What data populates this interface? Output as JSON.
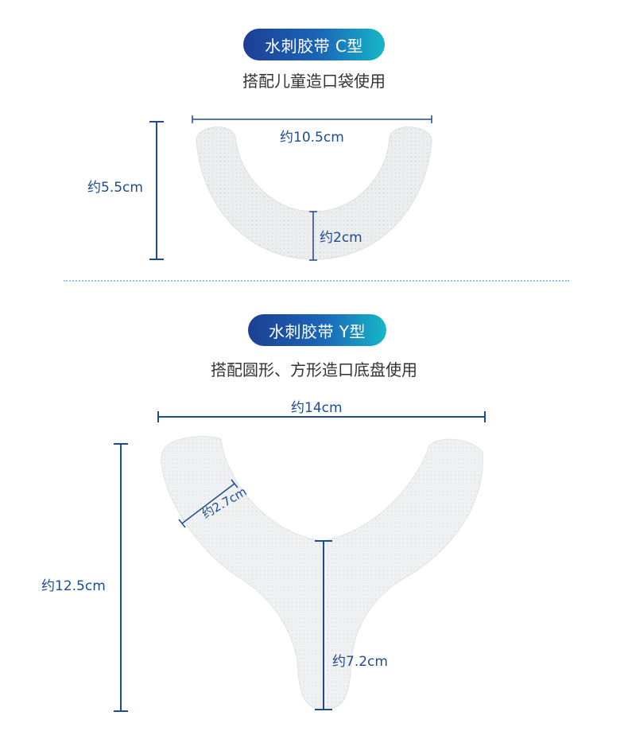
{
  "section_c": {
    "badge": "水刺胶带 C型",
    "subtitle": "搭配儿童造口袋使用",
    "width_label": "约10.5cm",
    "height_label": "约5.5cm",
    "band_label": "约2cm"
  },
  "section_y": {
    "badge": "水刺胶带 Y型",
    "subtitle": "搭配圆形、方形造口底盘使用",
    "width_label": "约14cm",
    "height_label": "约12.5cm",
    "arm_label": "约2.7cm",
    "stem_label": "约7.2cm"
  },
  "colors": {
    "measure_line": "#1c4c92",
    "badge_start": "#1d3f93",
    "badge_end": "#17b7c7",
    "tape_fill": "#eceef0"
  }
}
